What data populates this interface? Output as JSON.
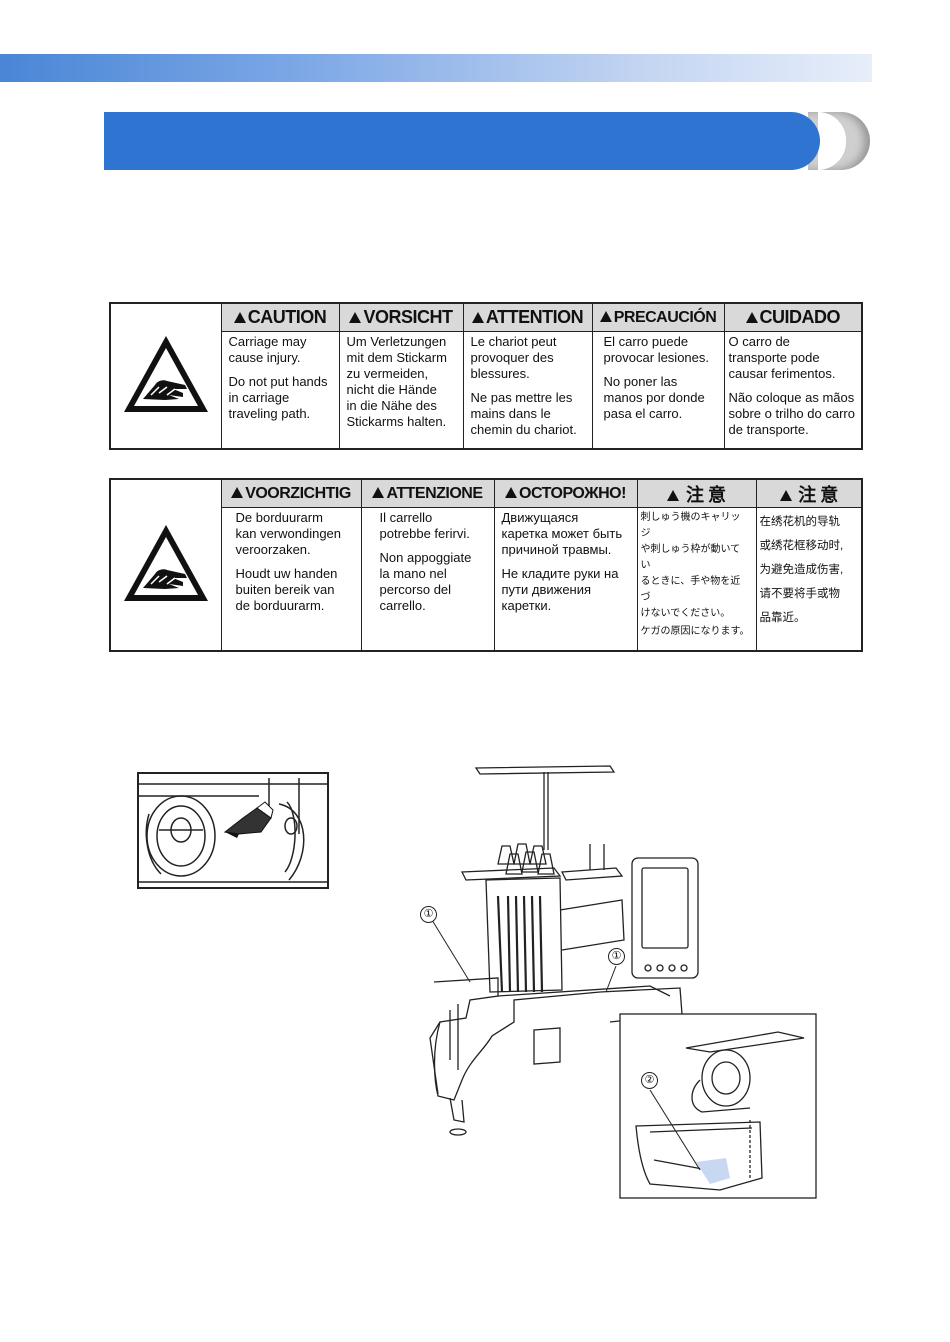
{
  "colors": {
    "band_start": "#4a86d6",
    "band_end": "#e7eefa",
    "title_bar": "#2f74d0",
    "header_fill": "#d9d9d9"
  },
  "warning_table_1": {
    "headers": [
      "CAUTION",
      "VORSICHT",
      "ATTENTION",
      "PRECAUCIÓN",
      "CUIDADO"
    ],
    "cells": [
      [
        "Carriage may\ncause injury.",
        "Do not put hands\nin carriage\ntraveling path."
      ],
      [
        "Um Verletzungen\nmit dem Stickarm\nzu vermeiden,\nnicht die Hände\nin die Nähe des\nStickarms halten."
      ],
      [
        "Le chariot peut\nprovoquer des\nblessures.",
        "Ne pas mettre les\nmains dans le\nchemin du chariot."
      ],
      [
        "El carro puede\nprovocar lesiones.",
        "No poner las\nmanos por donde\npasa el carro."
      ],
      [
        "O carro de\ntransporte pode\ncausar ferimentos.",
        "Não coloque as mãos\nsobre o trilho do carro\nde transporte."
      ]
    ]
  },
  "warning_table_2": {
    "headers": [
      "VOORZICHTIG",
      "ATTENZIONE",
      "ОСТОРОЖНО!",
      "注 意",
      "注 意"
    ],
    "cells": [
      [
        "De borduurarm\nkan verwondingen\nveroorzaken.",
        "Houdt uw handen\nbuiten bereik van\nde borduurarm."
      ],
      [
        "Il carrello\npotrebbe ferirvi.",
        "Non appoggiate\nla mano nel\npercorso del\ncarrello."
      ],
      [
        "Движущаяся\nкаретка может быть\nпричиной травмы.",
        "Не кладите руки на\nпути движения\nкаретки."
      ],
      [
        "刺しゅう機のキャリッジ\nや刺しゅう枠が動いてい\nるときに、手や物を近づ\nけないでください。",
        "ケガの原因になります。"
      ],
      [
        "在绣花机的导轨\n或绣花框移动时,\n为避免造成伤害,\n请不要将手或物\n品靠近。"
      ]
    ]
  },
  "callouts": {
    "one": "①",
    "two": "②"
  },
  "icons": [
    "pinch-hazard-icon",
    "warning-triangle-icon",
    "oil-bottle-icon",
    "embroidery-machine-drawing"
  ]
}
